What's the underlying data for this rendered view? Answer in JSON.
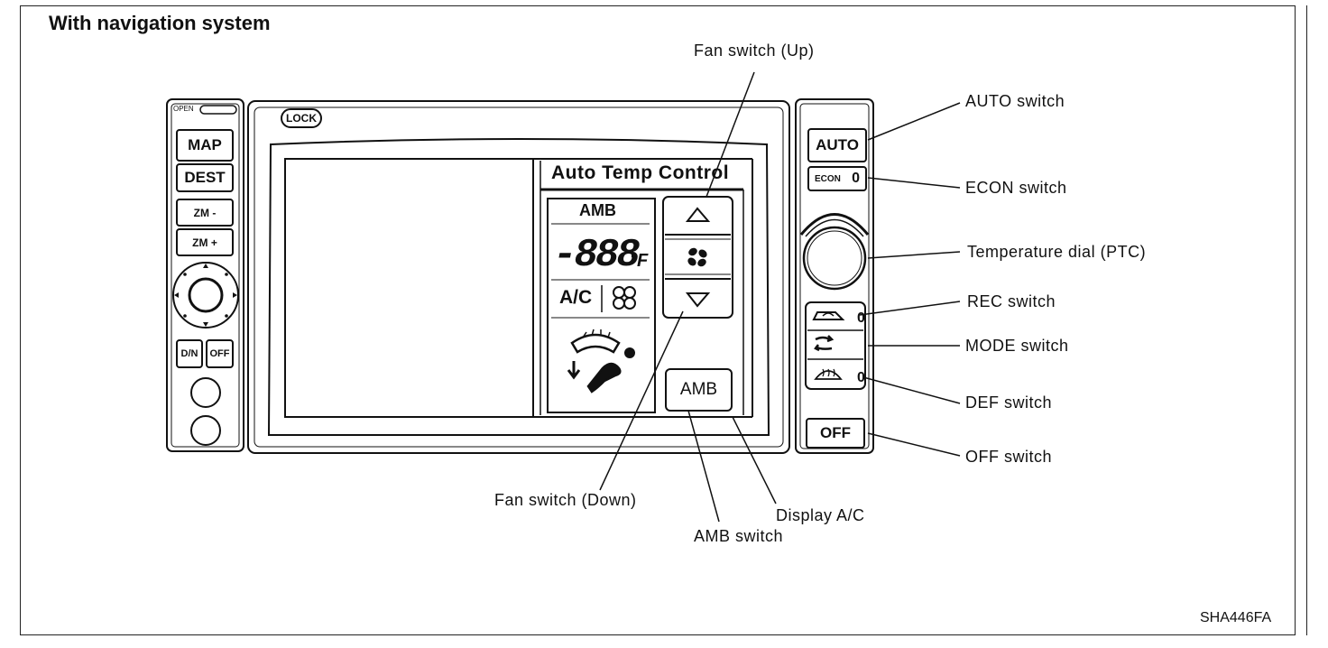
{
  "title": "With navigation system",
  "figure_code": "SHA446FA",
  "nav_panel": {
    "open_label": "OPEN",
    "map_button": "MAP",
    "dest_button": "DEST",
    "zoom_out_button": "ZM -",
    "zoom_in_button": "ZM +",
    "dn_button": "D/N",
    "off_button": "OFF"
  },
  "screen": {
    "lock_label": "LOCK",
    "panel_title": "Auto Temp Control",
    "amb_header": "AMB",
    "temp_readout": "-888",
    "temp_unit": "°F",
    "ac_label": "A/C",
    "amb_button": "AMB"
  },
  "climate_panel": {
    "auto_button": "AUTO",
    "econ_button": "ECON",
    "indicator": "0"
  },
  "callouts": {
    "fan_up": "Fan switch (Up)",
    "fan_down": "Fan switch (Down)",
    "auto_switch": "AUTO switch",
    "econ_switch": "ECON switch",
    "temp_dial": "Temperature dial (PTC)",
    "rec_switch": "REC switch",
    "mode_switch": "MODE switch",
    "def_switch": "DEF switch",
    "off_switch": "OFF switch",
    "amb_switch": "AMB switch",
    "display_ac": "Display A/C"
  }
}
